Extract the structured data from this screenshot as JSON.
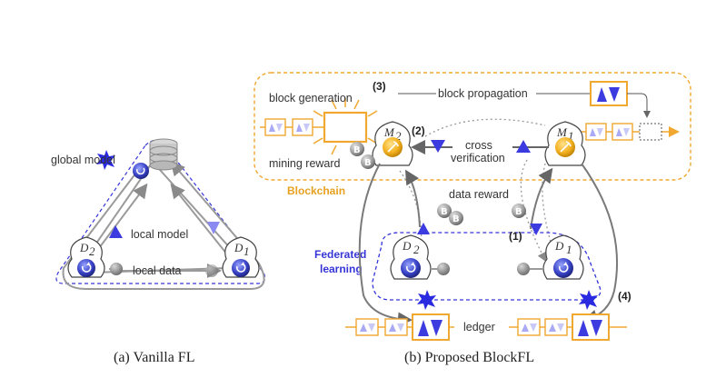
{
  "panel_a": {
    "caption": "(a) Vanilla FL",
    "global_model": "global model",
    "local_model": "local model",
    "local_data": "local data",
    "device_2": "D",
    "device_2_sub": "2",
    "device_1": "D",
    "device_1_sub": "1"
  },
  "panel_b": {
    "caption": "(b) Proposed BlockFL",
    "block_generation": "block generation",
    "step_3": "(3)",
    "block_propagation": "block propagation",
    "step_2": "(2)",
    "cross_verification_1": "cross",
    "cross_verification_2": "verification",
    "mining_reward": "mining reward",
    "blockchain": "Blockchain",
    "data_reward": "data reward",
    "federated_learning_1": "Federated",
    "federated_learning_2": "learning",
    "step_1": "(1)",
    "step_4": "(4)",
    "ledger": "ledger",
    "miner_2": "M",
    "miner_2_sub": "2",
    "miner_1": "M",
    "miner_1_sub": "1",
    "device_2": "D",
    "device_2_sub": "2",
    "device_1": "D",
    "device_1_sub": "1"
  },
  "colors": {
    "blockchain_orange": "#f0a830",
    "federated_blue": "#3535d8",
    "model_blue": "#4848e0",
    "arrow_gray": "#8a8a8a"
  },
  "icons": [
    "database-icon",
    "star-global-model-icon",
    "triangle-local-model-icon",
    "refresh-device-icon",
    "pickaxe-miner-icon",
    "bitcoin-coin-icon",
    "data-dot-icon"
  ]
}
